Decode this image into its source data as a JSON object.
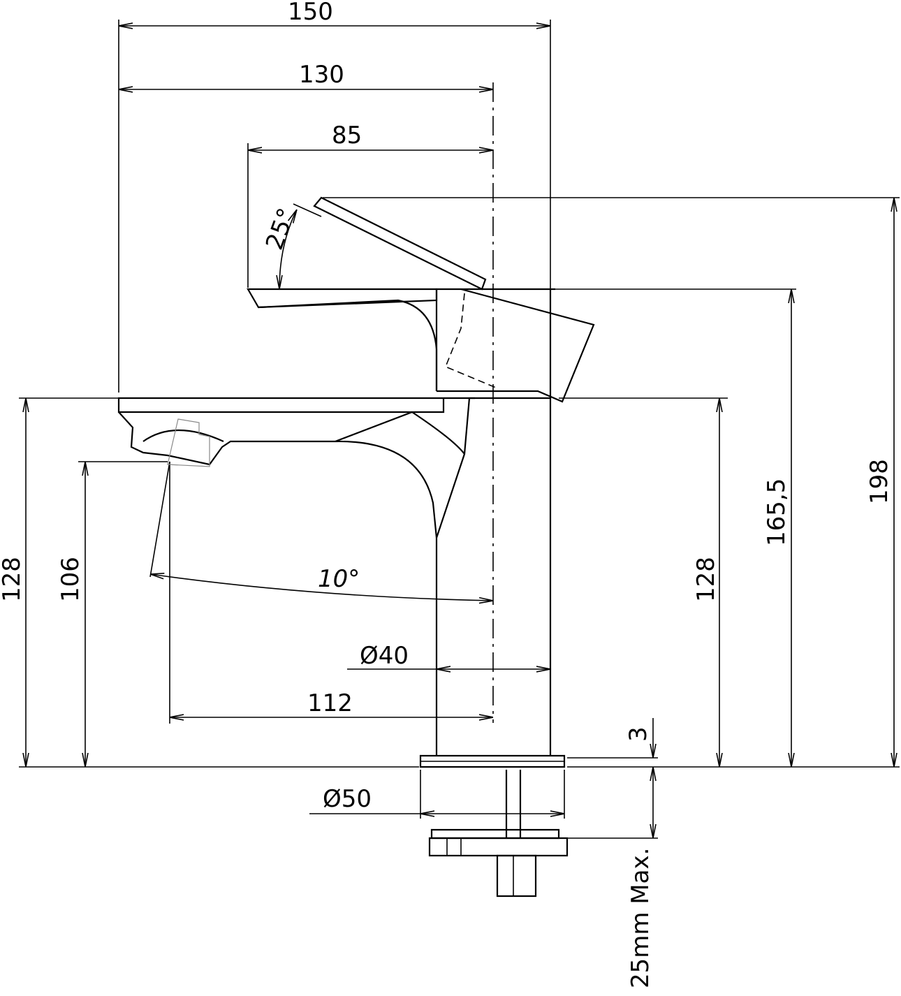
{
  "title": "Basin mixer dimension drawing",
  "dimensions": {
    "overall_width": "150",
    "spout_reach_width": "130",
    "lever_width": "85",
    "lever_angle": "25°",
    "overall_height": "198",
    "body_height": "165,5",
    "spout_height_right": "128",
    "spout_height_left": "128",
    "outlet_height": "106",
    "spout_angle": "10°",
    "body_diameter": "Ø40",
    "outlet_projection": "112",
    "base_diameter": "Ø50",
    "base_thickness": "3",
    "max_deck_thickness": "25mm Max."
  }
}
